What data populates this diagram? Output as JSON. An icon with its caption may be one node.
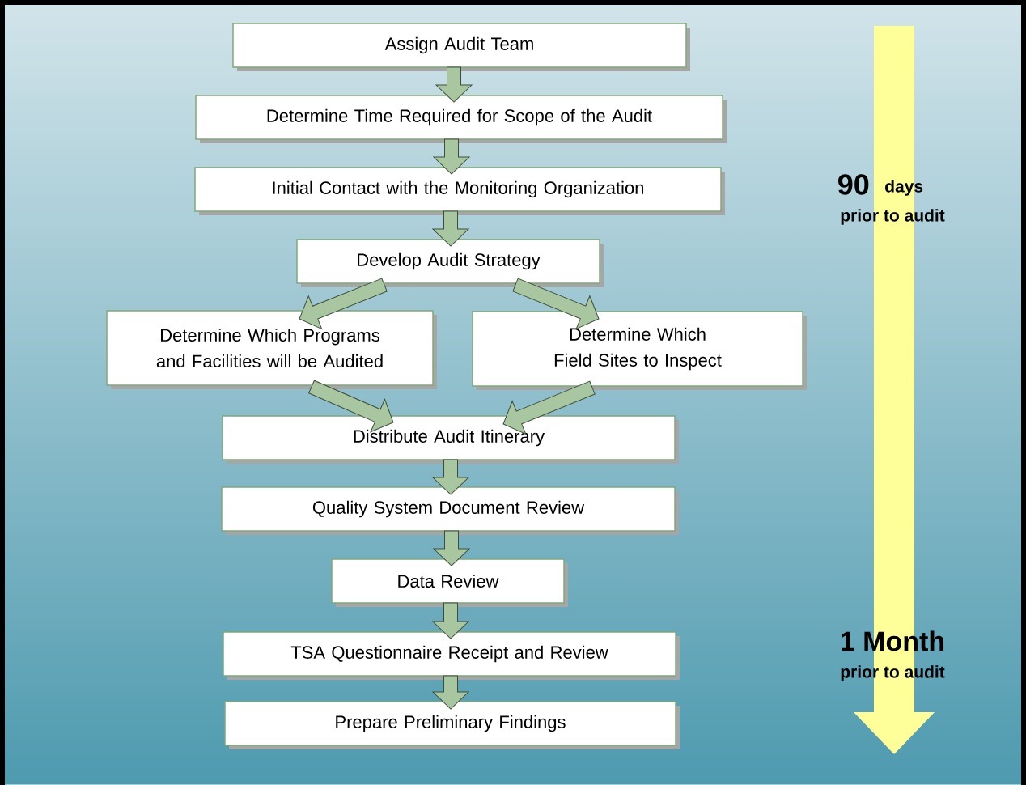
{
  "diagram": {
    "nodes": [
      {
        "text": [
          "Assign Audit Team"
        ]
      },
      {
        "text": [
          "Determine Time Required for Scope of the Audit"
        ]
      },
      {
        "text": [
          "Initial Contact with the Monitoring Organization"
        ]
      },
      {
        "text": [
          "Develop Audit Strategy"
        ]
      },
      {
        "text": [
          "Determine Which Programs and Facilities will be Audited"
        ]
      },
      {
        "text": [
          "Determine Which Field Sites to Inspect"
        ]
      },
      {
        "text": [
          "Distribute Audit Itinerary"
        ]
      },
      {
        "text": [
          "Quality System Document Review"
        ]
      },
      {
        "text": [
          "Data Review"
        ]
      },
      {
        "text": [
          "TSA Questionnaire Receipt and Review"
        ]
      },
      {
        "text": [
          "Prepare Preliminary Findings"
        ]
      }
    ],
    "edges": [
      {
        "from": 0,
        "to": 1,
        "arrow": "to"
      },
      {
        "from": 1,
        "to": 2,
        "arrow": "to"
      },
      {
        "from": 2,
        "to": 3,
        "arrow": "to"
      },
      {
        "from": 3,
        "to": 4,
        "arrow": "to"
      },
      {
        "from": 3,
        "to": 5,
        "arrow": "to"
      },
      {
        "from": 4,
        "to": 6,
        "arrow": "to"
      },
      {
        "from": 5,
        "to": 6,
        "arrow": "to"
      },
      {
        "from": 6,
        "to": 7,
        "arrow": "to"
      },
      {
        "from": 7,
        "to": 8,
        "arrow": "to"
      },
      {
        "from": 8,
        "to": 9,
        "arrow": "to"
      },
      {
        "from": 9,
        "to": 10,
        "arrow": "to"
      }
    ],
    "labels": [
      "90",
      "days",
      "prior to audit",
      "1 Month",
      "prior to audit"
    ]
  }
}
